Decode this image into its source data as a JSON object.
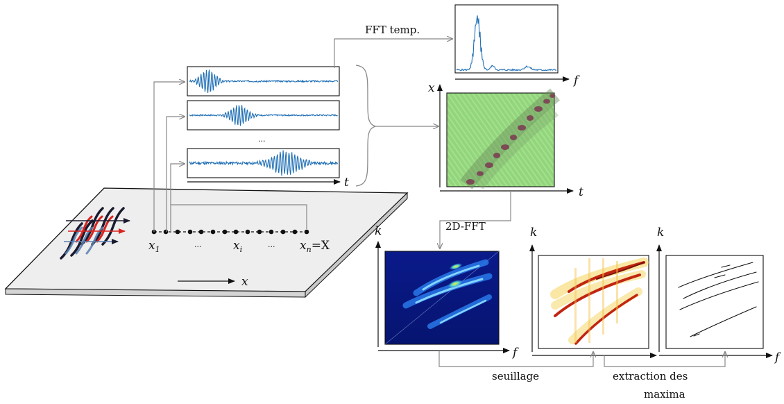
{
  "labels": {
    "fft_temp": "FFT temp.",
    "fft_2d": "2D-FFT",
    "dots": "...",
    "seuillage": "seuillage",
    "extraction_line1": "extraction des",
    "extraction_line2": "maxima"
  },
  "axes": {
    "t": "t",
    "f": "f",
    "x": "x",
    "k": "k"
  },
  "positions": {
    "x1_base": "x",
    "x1_sub": "1",
    "xi_base": "x",
    "xi_sub": "i",
    "xn_base": "x",
    "xn_sub": "n",
    "xn_eq": "=X",
    "dots_a": "...",
    "dots_b": "..."
  },
  "colors": {
    "signal": "#1f6fb5",
    "arrow": "#888888",
    "plate": "#eeeeee",
    "wave_red": "#d9231f",
    "wave_dark": "#1a1a2e"
  }
}
